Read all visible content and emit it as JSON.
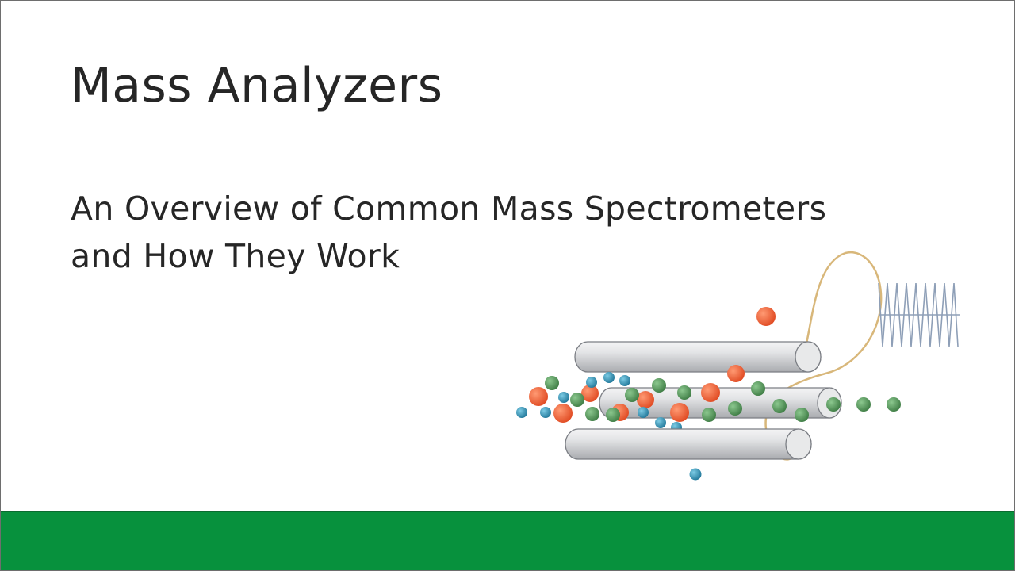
{
  "slide": {
    "title": "Mass Analyzers",
    "subtitle_lines": [
      "An Overview of Common Mass Spectrometers",
      "and How They Work"
    ]
  },
  "colors": {
    "background": "#ffffff",
    "text": "#262626",
    "footer_bar": "#07913d",
    "ion_orange": "#e8532b",
    "ion_green": "#4f9455",
    "ion_blue": "#2f8fb0",
    "rod": "#d9dadc",
    "wire": "#d8b77a",
    "rf_wave": "#8e9fb7"
  },
  "illustration": {
    "name": "quadrupole-mass-analyzer-icon"
  }
}
